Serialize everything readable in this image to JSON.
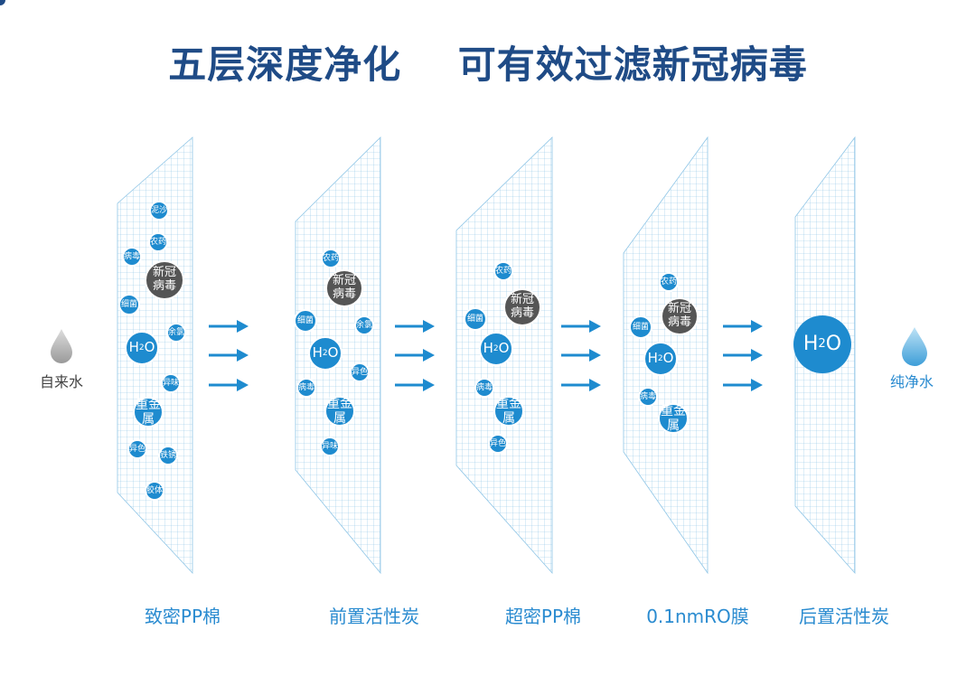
{
  "title": "五层深度净化    可有效过滤新冠病毒",
  "input_label": "自来水",
  "output_label": "纯净水",
  "colors": {
    "title": "#1f4b86",
    "accent": "#1e8bcf",
    "virus": "#555555",
    "grid": "#8ec5e6",
    "input_drop": "#aaaaaa",
    "output_drop": "#4aa6dc"
  },
  "stages": [
    {
      "label": "致密PP棉",
      "particles": [
        "泥沙",
        "农药",
        "病毒",
        "新冠病毒",
        "细菌",
        "余氯",
        "H2O",
        "异味",
        "重金属",
        "异色",
        "铁锈",
        "胶体"
      ]
    },
    {
      "label": "前置活性炭",
      "particles": [
        "农药",
        "新冠病毒",
        "细菌",
        "余氯",
        "H2O",
        "病毒",
        "异色",
        "重金属",
        "异味"
      ]
    },
    {
      "label": "超密PP棉",
      "particles": [
        "农药",
        "新冠病毒",
        "细菌",
        "H2O",
        "病毒",
        "重金属",
        "异色"
      ]
    },
    {
      "label": "0.1nmRO膜",
      "particles": [
        "农药",
        "新冠病毒",
        "细菌",
        "H2O",
        "病毒",
        "重金属"
      ]
    },
    {
      "label": "后置活性炭",
      "particles": [
        "H2O"
      ]
    }
  ],
  "virus_text": {
    "line1": "新冠",
    "line2": "病毒"
  },
  "arrow_icon": "arrow-right-icon",
  "drop_icon": "water-drop-icon"
}
